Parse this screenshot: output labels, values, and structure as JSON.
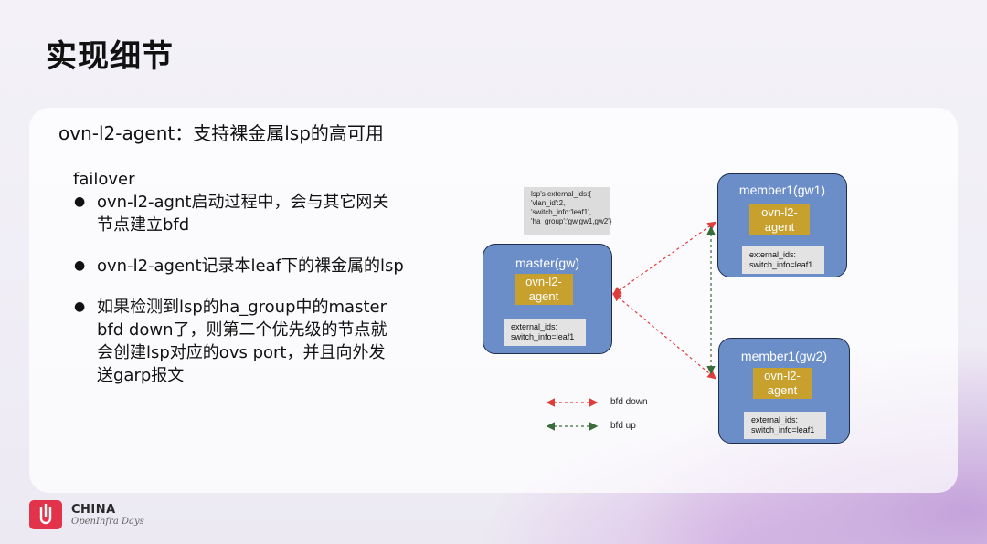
{
  "page": {
    "title": "实现细节"
  },
  "card": {
    "title": "ovn-l2-agent：支持裸金属lsp的高可用",
    "section_label": "failover",
    "bullets": [
      [
        "ovn-l2-agnt启动过程中，会与其它网关",
        "节点建立bfd"
      ],
      [
        "ovn-l2-agent记录本leaf下的裸金属的lsp"
      ],
      [
        "如果检测到lsp的ha_group中的master",
        "bfd down了，则第二个优先级的节点就",
        "会创建lsp对应的ovs port，并且向外发",
        "送garp报文"
      ]
    ]
  },
  "diagram": {
    "ids_note": [
      "lsp's external_ids:{",
      "'vlan_id':2,",
      "'switch_info:'leaf1',",
      "'ha_group':'gw,gw1,gw2'}"
    ],
    "nodes": {
      "master": {
        "title": "master(gw)",
        "agent": [
          "ovn-l2-",
          "agent"
        ],
        "ext": [
          "external_ids:",
          "switch_info=leaf1"
        ]
      },
      "member1": {
        "title": "member1(gw1)",
        "agent": [
          "ovn-l2-",
          "agent"
        ],
        "ext": [
          "external_ids:",
          "switch_info=leaf1"
        ]
      },
      "member2": {
        "title": "member1(gw2)",
        "agent": [
          "ovn-l2-",
          "agent"
        ],
        "ext": [
          "external_ids:",
          "switch_info=leaf1"
        ]
      }
    },
    "legend": {
      "down_label": "bfd down",
      "up_label": "bfd up"
    },
    "colors": {
      "node_fill": "#6b8ec9",
      "agent_fill": "#c7a02d",
      "bfd_down": "#e03c3c",
      "bfd_up": "#3a6b3a"
    }
  },
  "brand": {
    "name": "CHINA",
    "sub": "OpenInfra Days",
    "color": "#e2334a"
  }
}
